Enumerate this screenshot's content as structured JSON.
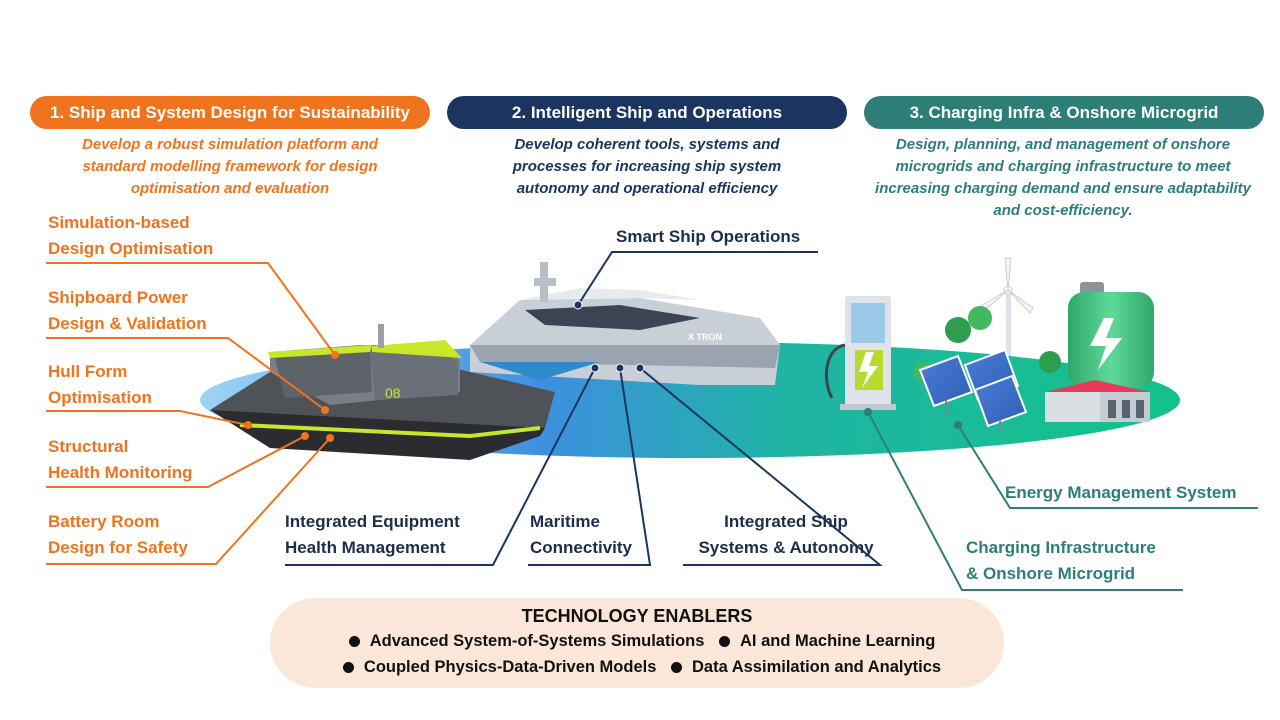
{
  "pillars": [
    {
      "title": "1. Ship and System Design for Sustainability",
      "description_lines": [
        "Develop a robust simulation platform and",
        "standard modelling framework for design",
        "optimisation and evaluation"
      ],
      "color": "#F0731E"
    },
    {
      "title": "2. Intelligent Ship and Operations",
      "description_lines": [
        "Develop coherent tools, systems and",
        "processes for increasing ship system",
        "autonomy and operational efficiency"
      ],
      "color": "#1B3560"
    },
    {
      "title": "3. Charging Infra & Onshore Microgrid",
      "description_lines": [
        "Design, planning, and management of onshore",
        "microgrids and charging infrastructure to meet",
        "increasing charging demand and ensure adaptability",
        "and cost-efficiency."
      ],
      "color": "#2E7E78"
    }
  ],
  "design_labels": [
    {
      "line1": "Simulation-based",
      "line2": "Design Optimisation"
    },
    {
      "line1": "Shipboard Power",
      "line2": "Design & Validation"
    },
    {
      "line1": "Hull Form",
      "line2": "Optimisation"
    },
    {
      "line1": "Structural",
      "line2": "Health Monitoring"
    },
    {
      "line1": "Battery Room",
      "line2": "Design for Safety"
    }
  ],
  "operations_labels": {
    "smart_ship": "Smart Ship Operations",
    "equipment_health": {
      "line1": "Integrated Equipment",
      "line2": "Health Management"
    },
    "connectivity": {
      "line1": "Maritime",
      "line2": "Connectivity"
    },
    "autonomy": {
      "line1": "Integrated Ship",
      "line2": "Systems & Autonomy"
    }
  },
  "infra_labels": {
    "energy_management": "Energy Management System",
    "charging": {
      "line1": "Charging Infrastructure",
      "line2": "& Onshore Microgrid"
    }
  },
  "vessels": {
    "front_hull_number": "08",
    "rear_brand": "X TRON"
  },
  "enablers": {
    "title": "TECHNOLOGY ENABLERS",
    "row1": [
      "Advanced System-of-Systems Simulations",
      "AI and Machine Learning"
    ],
    "row2": [
      "Coupled Physics-Data-Driven Models",
      "Data Assimilation and Analytics"
    ]
  },
  "colors": {
    "orange": "#F0731E",
    "navy": "#1B3560",
    "teal": "#2E7E78",
    "enabler_bg": "#FBE7DA"
  }
}
